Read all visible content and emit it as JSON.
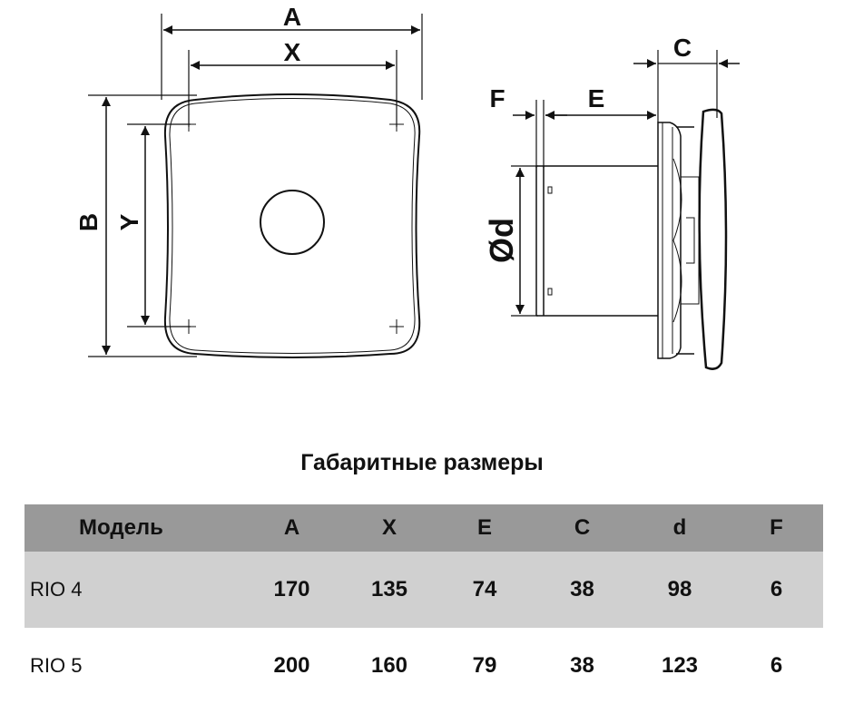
{
  "drawing": {
    "front_view": {
      "label_A": "A",
      "label_X": "X",
      "label_B": "B",
      "label_Y": "Y"
    },
    "side_view": {
      "label_C": "C",
      "label_F": "F",
      "label_E": "E",
      "label_d": "Ød"
    }
  },
  "table": {
    "title": "Габаритные размеры",
    "headers": [
      "Модель",
      "A",
      "X",
      "E",
      "C",
      "d",
      "F"
    ],
    "rows": [
      [
        "RIO 4",
        "170",
        "135",
        "74",
        "38",
        "98",
        "6"
      ],
      [
        "RIO 5",
        "200",
        "160",
        "79",
        "38",
        "123",
        "6"
      ]
    ],
    "colors": {
      "header_bg": "#999999",
      "row_alt_bg": "#d0d0d0"
    }
  }
}
